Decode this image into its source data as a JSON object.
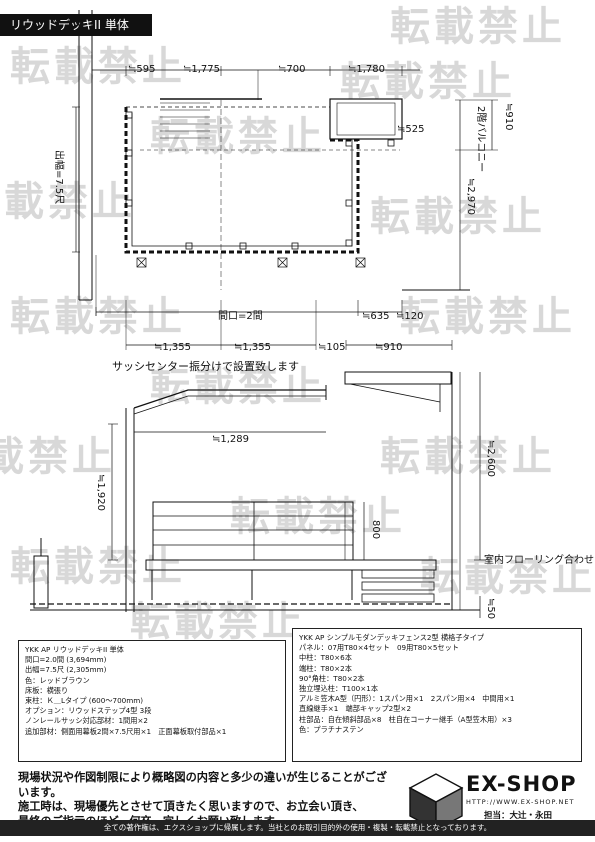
{
  "header": {
    "title": "リウッドデッキII 単体"
  },
  "watermark": {
    "text": "転載禁止"
  },
  "plan_dims": {
    "d595": "≒595",
    "d1775": "≒1,775",
    "d700": "≒700",
    "d1780": "≒1,780",
    "d525": "≒525",
    "d910": "≒910",
    "d2970": "≒2,970",
    "d635": "≒635",
    "d120": "≒120",
    "d1355a": "≒1,355",
    "d1355b": "≒1,355",
    "d105": "≒105",
    "d910b": "≒910",
    "depth_label": "出幅=7.5尺",
    "width_label": "間口=2間",
    "balcony_label": "2階バルコニー"
  },
  "sash_note": "サッシセンター振分けで設置致します",
  "elev_dims": {
    "d1289": "≒1,289",
    "d1920": "≒1,920",
    "d800": "800",
    "d2600": "≒2,600",
    "d50": "≒50",
    "floor_label": "室内フローリング合わせ"
  },
  "spec_left": {
    "lines": [
      "YKK AP リウッドデッキII 単体",
      "間口=2.0間 (3,694mm)",
      "出幅=7.5尺 (2,305mm)",
      "色：レッドブラウン",
      "床板：横張り",
      "束柱：Ｋ＿Lタイプ (600～700mm)",
      "オプション：リウッドステップ4型 3段",
      "ノンレールサッシ対応部材：1間用×2",
      "追加部材：側面用幕板2間×7.5尺用×1　正面幕板取付部品×1"
    ]
  },
  "spec_right": {
    "lines": [
      "YKK AP シンプルモダンデッキフェンス2型 横格子タイプ",
      "パネル：07用T80×4セット　09用T80×5セット",
      "中柱：T80×6本",
      "端柱：T80×2本",
      "90°角柱：T80×2本",
      "独立埋込柱：T100×1本",
      "アルミ笠木A型（円形）：1スパン用×1　2スパン用×4　中間用×1",
      "直線継手×1　端部キャップ2型×2",
      "柱部品：自在傾斜部品×8　柱自在コーナー継手（A型笠木用）×3",
      "色：プラチナステン"
    ]
  },
  "bottom_notice": {
    "line1": "現場状況や作図制限により概略図の内容と多少の違いが生じることがございます。",
    "line2": "施工時は、現場優先とさせて頂きたく思いますので、お立会い頂き、",
    "line3": "最終のご指示のほど、何卒、宜しくお願い致します。"
  },
  "logo": {
    "name": "EX-SHOP",
    "url": "HTTP://WWW.EX-SHOP.NET",
    "staff": "担当：大辻・永田"
  },
  "footer": {
    "text": "全ての著作権は、エクスショップに帰属します。当社とのお取引目的外の使用・複製・転載禁止となっております。"
  }
}
